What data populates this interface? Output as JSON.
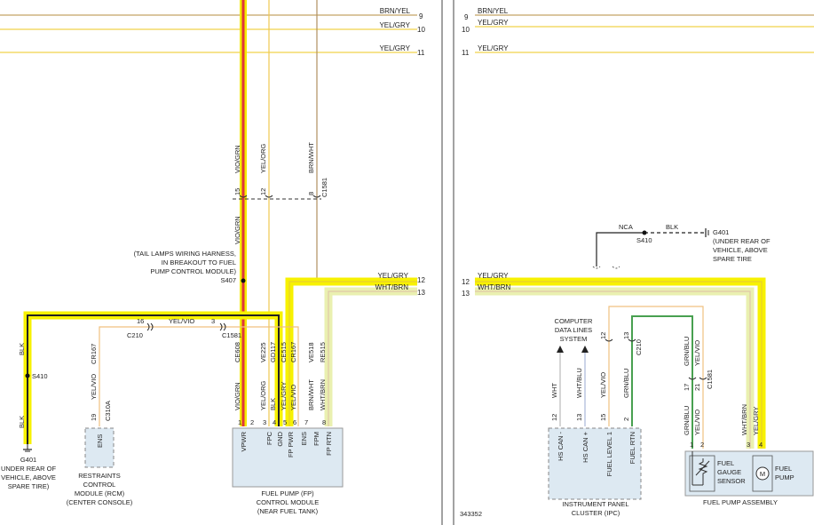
{
  "left_top_wires": [
    {
      "num": "9",
      "label": "BRN/YEL",
      "color": "#b8964a"
    },
    {
      "num": "10",
      "label": "YEL/GRY",
      "color": "#f0d24a"
    },
    {
      "num": "11",
      "label": "YEL/GRY",
      "color": "#f0d24a"
    }
  ],
  "right_top_wires": [
    {
      "num": "9",
      "label": "BRN/YEL",
      "color": "#b8964a"
    },
    {
      "num": "10",
      "label": "YEL/GRY",
      "color": "#f0d24a"
    },
    {
      "num": "11",
      "label": "YEL/GRY",
      "color": "#f0d24a"
    }
  ],
  "vertical_labels": {
    "vio_grn": "VIO/GRN",
    "yel_org": "YEL/ORG",
    "brn_wht": "BRN/WHT",
    "c1581": "C1581",
    "vio_grn_lower": "VIO/GRN"
  },
  "inline_pins": {
    "p15": "15",
    "p12": "12",
    "p8": "8"
  },
  "breakout_note": [
    "(TAIL LAMPS WIRING HARNESS,",
    "IN BREAKOUT TO FUEL",
    "PUMP CONTROL MODULE)"
  ],
  "s407": "S407",
  "yel_gry_12": {
    "label": "YEL/GRY",
    "num": "12"
  },
  "wht_brn_13": {
    "label": "WHT/BRN",
    "num": "13"
  },
  "yel_vio_run": {
    "left": "16",
    "label": "YEL/VIO",
    "right": "3",
    "c210": "C210",
    "c1581": "C1581"
  },
  "left_ground": {
    "blk_top": "BLK",
    "splice": "S410",
    "blk_bottom": "BLK",
    "ground": "G401",
    "location": [
      "UNDER REAR OF",
      "VEHICLE, ABOVE",
      "SPARE TIRE)"
    ]
  },
  "rcm": {
    "circuit": "CR167",
    "wire": "YEL/VIO",
    "pin": "19",
    "connector": "C310A",
    "pin_name": "ENS",
    "name": [
      "RESTRAINTS",
      "CONTROL",
      "MODULE (RCM)",
      "(CENTER CONSOLE)"
    ]
  },
  "fpcm_circuits": [
    "CE608",
    "VE225",
    "GD117",
    "CE515",
    "CR167",
    "VE518",
    "RE515"
  ],
  "fpcm_wires": [
    "VIO/GRN",
    "YEL/ORG",
    "BLK",
    "YEL/GRY",
    "YEL/VIO",
    "BRN/WHT",
    "WHT/BRN"
  ],
  "fpcm_pins": [
    "1",
    "2",
    "3",
    "4",
    "5",
    "6",
    "7",
    "8"
  ],
  "fpcm_pin_names": [
    "VPWR",
    "FPC",
    "GND",
    "FP PWR",
    "ENS",
    "FPM",
    "FP RTN"
  ],
  "fpcm_name": [
    "FUEL PUMP (FP)",
    "CONTROL MODULE",
    "(NEAR FUEL TANK)"
  ],
  "right": {
    "nca": "NCA",
    "s410": "S410",
    "blk": "BLK",
    "g401": [
      "G401",
      "(UNDER REAR OF",
      "VEHICLE, ABOVE",
      "SPARE TIRE"
    ],
    "yel_gry": {
      "num": "12",
      "label": "YEL/GRY"
    },
    "wht_brn": {
      "num": "13",
      "label": "WHT/BRN"
    },
    "cdl": [
      "COMPUTER",
      "DATA LINES",
      "SYSTEM"
    ],
    "ipc_wires": [
      "WHT",
      "WHT/BLU",
      "YEL/VIO",
      "GRN/BLU"
    ],
    "ipc_pins": [
      "12",
      "13",
      "15",
      "2"
    ],
    "ipc_pin_names": [
      "HS CAN -",
      "HS CAN +",
      "FUEL LEVEL 1",
      "FUEL RTN"
    ],
    "ipc_conn": {
      "p12": "12",
      "p13": "13",
      "c210": "C210"
    },
    "ipc_name": [
      "INSTRUMENT PANEL",
      "CLUSTER (IPC)"
    ],
    "sensor_wires_top": [
      "GRN/BLU",
      "YEL/VIO"
    ],
    "sensor_conn": {
      "p17": "17",
      "p21": "21",
      "c1581": "C1581"
    },
    "pump_wires": [
      "GRN/BLU",
      "YEL/VIO",
      "WHT/BRN",
      "YEL/GRY"
    ],
    "pump_pins": [
      "1",
      "2",
      "3",
      "4"
    ],
    "fuel_gauge": [
      "FUEL",
      "GAUGE",
      "SENSOR"
    ],
    "fuel_pump": [
      "FUEL",
      "PUMP"
    ],
    "motor": "M",
    "assembly": "FUEL PUMP ASSEMBLY",
    "figure_id": "343352"
  }
}
